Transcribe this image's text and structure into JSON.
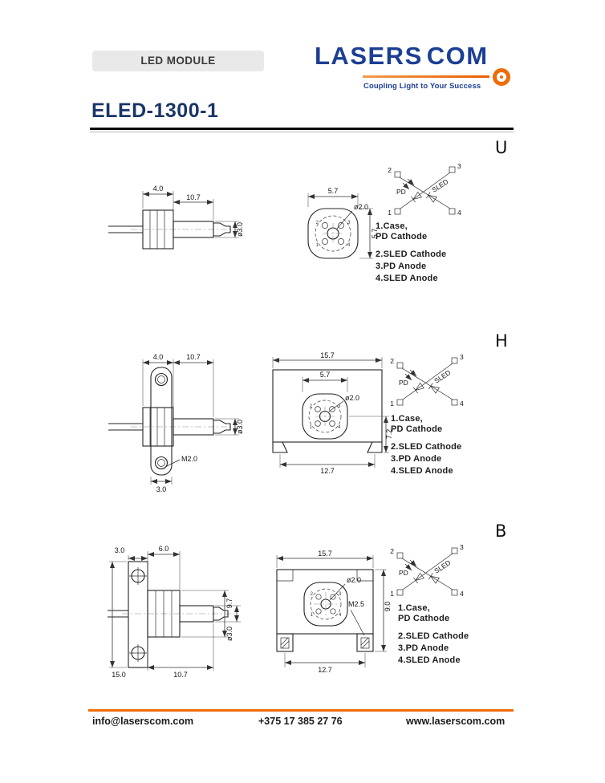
{
  "header": {
    "badge": "LED MODULE",
    "logo": {
      "part1": "LASERS",
      "part2": "COM"
    },
    "tagline": "Coupling Light to Your Success",
    "brand_blue": "#1c3f94",
    "brand_orange": "#ee6c0a"
  },
  "title": "ELED-1300-1",
  "pin_diagram": {
    "p1": "1",
    "p2": "2",
    "p3": "3",
    "p4": "4",
    "pd": "PD",
    "sled": "SLED"
  },
  "pin_legend": {
    "l1a": "1.Case,",
    "l1b": "PD Cathode",
    "l2": "2.SLED Cathode",
    "l3": "3.PD Anode",
    "l4": "4.SLED Anode"
  },
  "sections": [
    {
      "label": "U",
      "dims": {
        "body": "4.0",
        "nose": "10.7",
        "dia": "ø3.0",
        "face_w": "5.7",
        "face_h": "5.7",
        "aperture": "ø2.0"
      }
    },
    {
      "label": "H",
      "dims": {
        "body": "4.0",
        "nose": "10.7",
        "dia": "ø3.0",
        "thread": "M2.0",
        "flange": "3.0",
        "width": "15.7",
        "face": "5.7",
        "aperture": "ø2.0",
        "axis": "7.2",
        "holes": "12.7"
      }
    },
    {
      "label": "B",
      "dims": {
        "body": "6.0",
        "plate": "3.0",
        "depth": "9.7",
        "dia": "ø3.0",
        "length": "15.0",
        "nose": "10.7",
        "width": "15.7",
        "aperture": "ø2.0",
        "thread": "M2.5",
        "height": "9.0",
        "holes": "12.7"
      }
    }
  ],
  "footer": {
    "email": "info@laserscom.com",
    "phone": "+375 17 385 27 76",
    "website": "www.laserscom.com"
  }
}
